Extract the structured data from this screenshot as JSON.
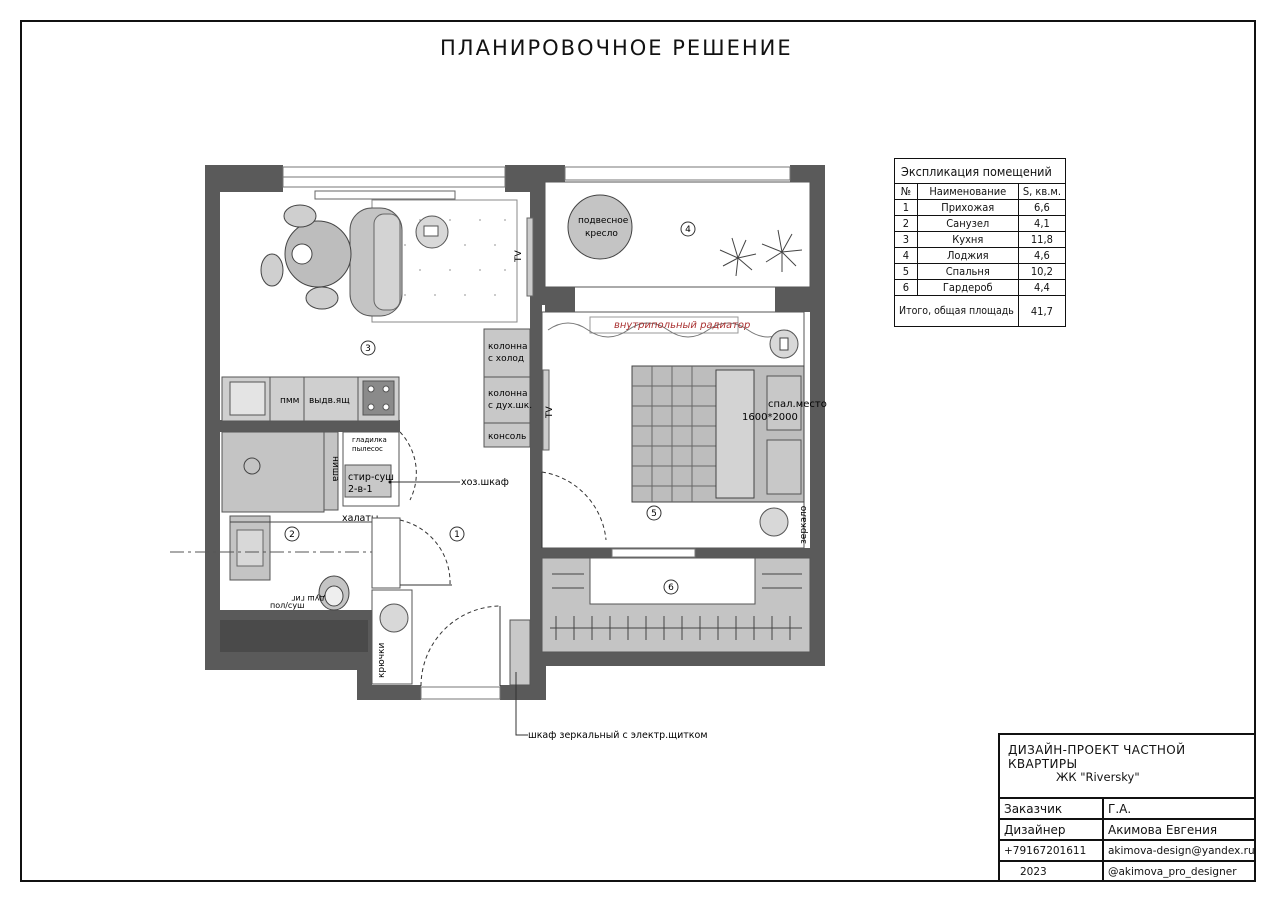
{
  "title": "ПЛАНИРОВОЧНОЕ РЕШЕНИЕ",
  "explication": {
    "caption": "Экспликация помещений",
    "headers": [
      "№",
      "Наименование",
      "S, кв.м."
    ],
    "rows": [
      {
        "n": "1",
        "name": "Прихожая",
        "area": "6,6"
      },
      {
        "n": "2",
        "name": "Санузел",
        "area": "4,1"
      },
      {
        "n": "3",
        "name": "Кухня",
        "area": "11,8"
      },
      {
        "n": "4",
        "name": "Лоджия",
        "area": "4,6"
      },
      {
        "n": "5",
        "name": "Спальня",
        "area": "10,2"
      },
      {
        "n": "6",
        "name": "Гардероб",
        "area": "4,4"
      }
    ],
    "total_label": "Итого, общая площадь",
    "total_value": "41,7"
  },
  "stamp": {
    "project": "ДИЗАЙН-ПРОЕКТ ЧАСТНОЙ КВАРТИРЫ",
    "object": "ЖК \"Riversky\"",
    "client_label": "Заказчик",
    "client": "Г.А.",
    "designer_label": "Дизайнер",
    "designer": "Акимова Евгения",
    "phone": "+79167201611",
    "email": "akimova-design@yandex.ru",
    "year": "2023",
    "handle": "@akimova_pro_designer"
  },
  "plan": {
    "room_numbers": [
      "1",
      "2",
      "3",
      "4",
      "5",
      "6"
    ],
    "labels": {
      "tv_kitchen": "TV",
      "tv_bedroom": "TV",
      "fridge_1": "колонна",
      "fridge_2": "с холод",
      "oven_1": "колонна",
      "oven_2": "с дух.шк.",
      "console": "консоль",
      "dishwasher": "пмм",
      "drawers": "выдв.ящ",
      "niche": "ниша",
      "iron_1": "гладилка",
      "iron_2": "пылесос",
      "washer_1": "стир-суш",
      "washer_2": "2-в-1",
      "utility": "хоз.шкаф",
      "robes": "халаты",
      "floor_dryer": "пол/суш",
      "shower": "душ гиг",
      "hooks": "крючки",
      "mirror_cabinet": "шкаф зеркальный с электр.щитком",
      "hanging_chair_1": "подвесное",
      "hanging_chair_2": "кресло",
      "radiator": "внутрипольный радиатор",
      "bed_1": "спал.место",
      "bed_2": "1600*2000",
      "mirror": "зеркало"
    }
  }
}
